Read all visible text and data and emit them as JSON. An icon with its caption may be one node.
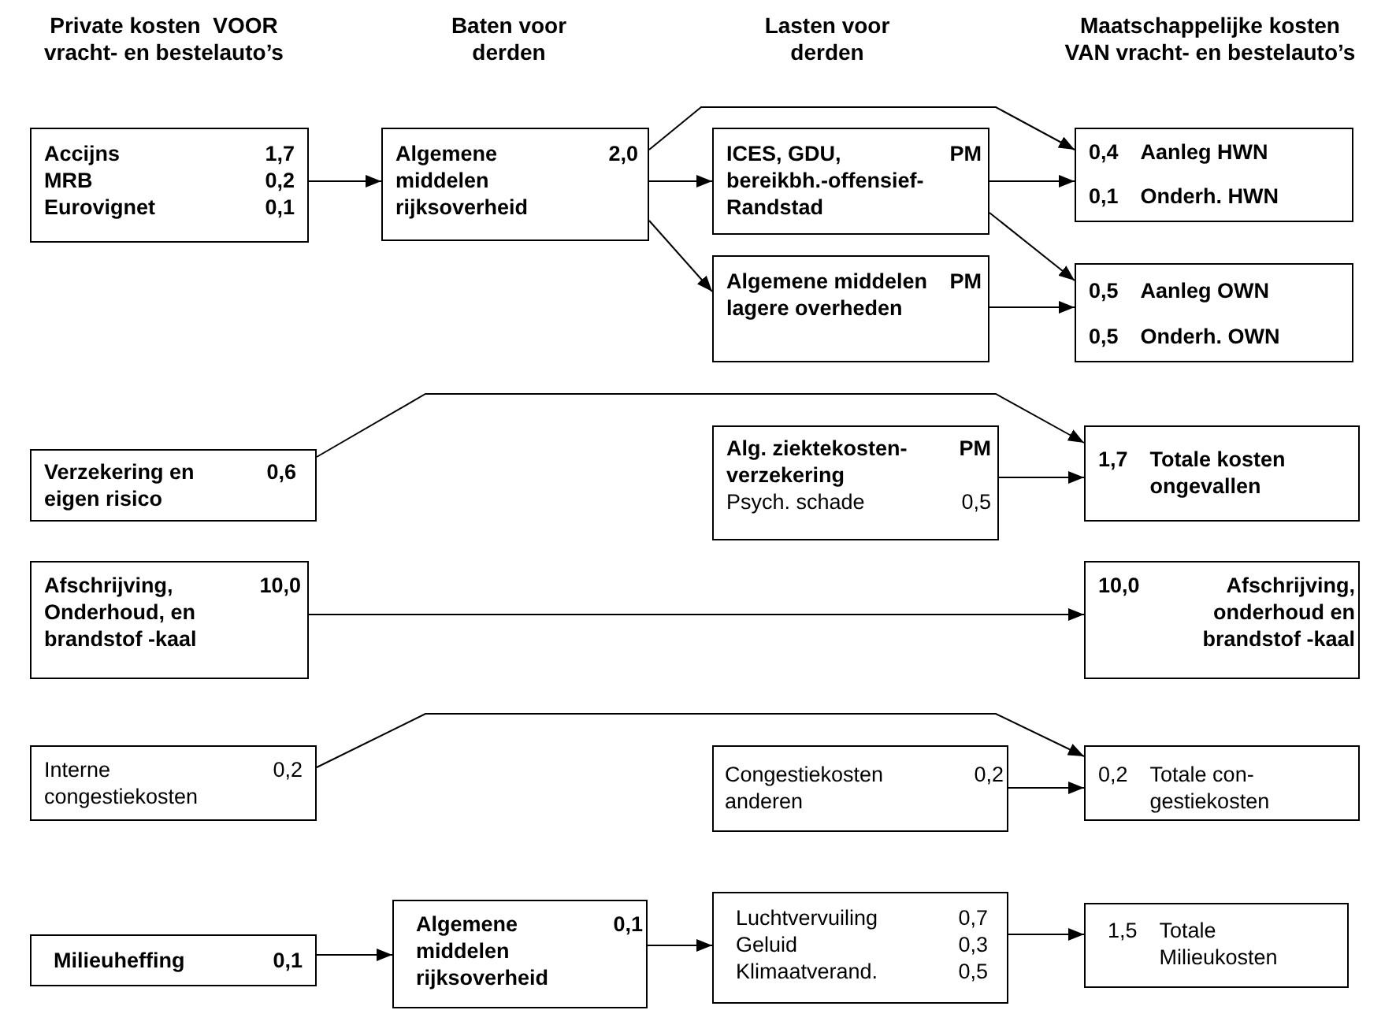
{
  "diagram": {
    "nodes": [
      {
        "text": [
          "Accijns",
          "1,7",
          "MRB",
          "0,2",
          "Eurovignet",
          "0,1"
        ]
      },
      {
        "text": [
          "Algemene middelen rijksoverheid",
          "2,0"
        ]
      },
      {
        "text": [
          "ICES, GDU, bereikbh.-offensief-Randstad",
          "PM"
        ]
      },
      {
        "text": [
          "Algemene middelen lagere overheden",
          "PM"
        ]
      },
      {
        "text": [
          "0,4",
          "Aanleg HWN",
          "0,1",
          "Onderh. HWN"
        ]
      },
      {
        "text": [
          "0,5",
          "Aanleg OWN",
          "0,5",
          "Onderh. OWN"
        ]
      },
      {
        "text": [
          "Verzekering en eigen risico",
          "0,6"
        ]
      },
      {
        "text": [
          "Alg. ziektekosten-verzekering",
          "PM",
          "Psych. schade",
          "0,5"
        ]
      },
      {
        "text": [
          "1,7",
          "Totale kosten ongevallen"
        ]
      },
      {
        "text": [
          "Afschrijving, Onderhoud, en brandstof -kaal",
          "10,0"
        ]
      },
      {
        "text": [
          "10,0",
          "Afschrijving, onderhoud en brandstof -kaal"
        ]
      },
      {
        "text": [
          "Interne congestiekosten",
          "0,2"
        ]
      },
      {
        "text": [
          "Congestiekosten anderen",
          "0,2"
        ]
      },
      {
        "text": [
          "0,2",
          "Totale con- gestiekosten"
        ]
      },
      {
        "text": [
          "Milieuheffing",
          "0,1"
        ]
      },
      {
        "text": [
          "Algemene middelen rijksoverheid",
          "0,1"
        ]
      },
      {
        "text": [
          "Luchtvervuiling",
          "0,7",
          "Geluid",
          "0,3",
          "Klimaatverand.",
          "0,5"
        ]
      },
      {
        "text": [
          "1,5",
          "Totale Milieukosten"
        ]
      }
    ],
    "edges": [
      {
        "from": 0,
        "to": 1,
        "arrow": "to"
      },
      {
        "from": 1,
        "to": 2,
        "arrow": "to"
      },
      {
        "from": 1,
        "to": 3,
        "arrow": "to"
      },
      {
        "from": 1,
        "to": 4,
        "arrow": "to"
      },
      {
        "from": 2,
        "to": 4,
        "arrow": "to"
      },
      {
        "from": 2,
        "to": 5,
        "arrow": "to"
      },
      {
        "from": 3,
        "to": 5,
        "arrow": "to"
      },
      {
        "from": 6,
        "to": 8,
        "arrow": "to"
      },
      {
        "from": 7,
        "to": 8,
        "arrow": "to"
      },
      {
        "from": 9,
        "to": 10,
        "arrow": "to"
      },
      {
        "from": 11,
        "to": 13,
        "arrow": "to"
      },
      {
        "from": 12,
        "to": 13,
        "arrow": "to"
      },
      {
        "from": 14,
        "to": 15,
        "arrow": "to"
      },
      {
        "from": 15,
        "to": 16,
        "arrow": "to"
      },
      {
        "from": 16,
        "to": 17,
        "arrow": "to"
      }
    ],
    "labels": [
      "Private kosten  VOOR vracht- en bestelauto’s",
      "Baten voor derden",
      "Lasten voor derden",
      "Maatschappelijke kosten VAN vracht- en bestelauto’s"
    ]
  }
}
